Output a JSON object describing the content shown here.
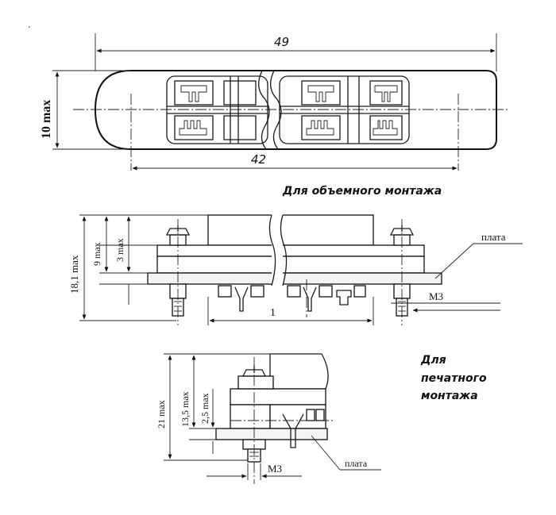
{
  "top_view": {
    "dim_overall": "49",
    "dim_pitch": "42",
    "dim_height": "10 max"
  },
  "volume_mount": {
    "caption": "Для объемного монтажа",
    "dim_total": "18,1 max",
    "dim_9": "9 max",
    "dim_3": "3 max",
    "dim_1": "1",
    "label_board": "плата",
    "label_thread": "M3"
  },
  "pcb_mount": {
    "caption_lines": [
      "Для",
      "печатного",
      "монтажа"
    ],
    "dim_total": "21 max",
    "dim_13": "13,5 max",
    "dim_2": "2,5 max",
    "label_board": "плата",
    "label_thread": "M3"
  }
}
